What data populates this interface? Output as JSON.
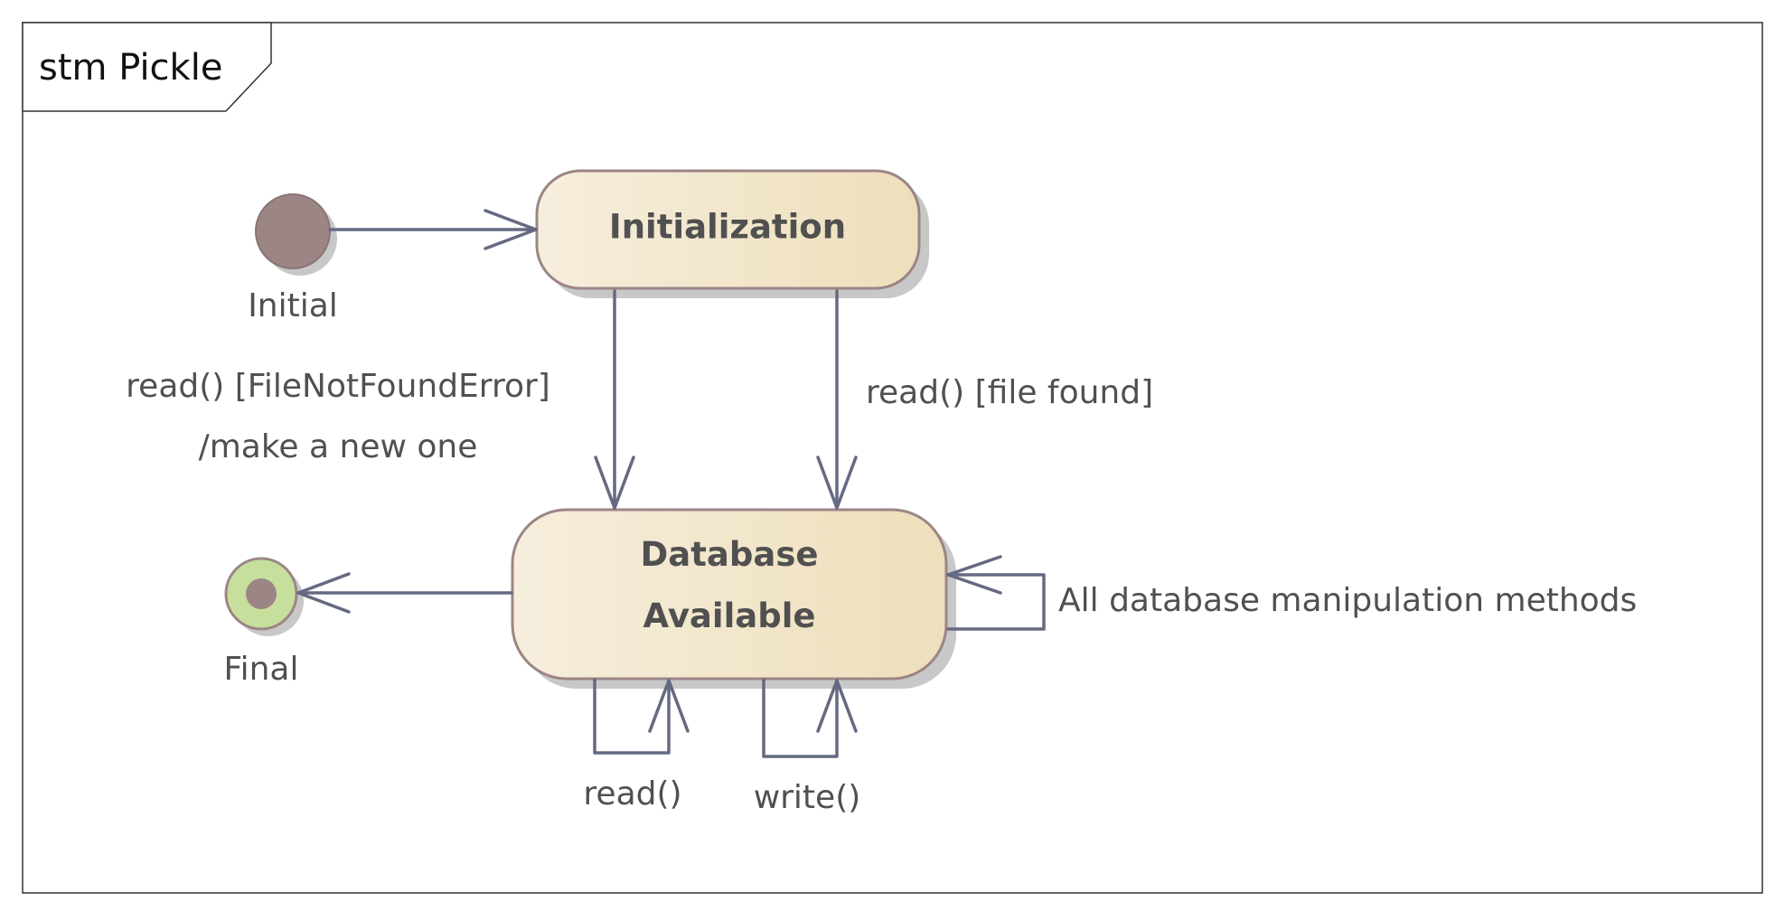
{
  "frame": {
    "title": "stm Pickle"
  },
  "states": {
    "initial": {
      "label": "Initial"
    },
    "initialization": {
      "label": "Initialization"
    },
    "database_available": {
      "label_line1": "Database",
      "label_line2": "Available"
    },
    "final": {
      "label": "Final"
    }
  },
  "transitions": {
    "not_found": {
      "line1": "read() [FileNotFoundError]",
      "line2": "/make a new one"
    },
    "found": {
      "label": "read() [file found]"
    },
    "self_methods": {
      "label": "All database manipulation methods"
    },
    "self_read": {
      "label": "read()"
    },
    "self_write": {
      "label": "write()"
    }
  },
  "colors": {
    "frame_border": "#333333",
    "state_fill_start": "#f6eedd",
    "state_fill_end": "#eedfbb",
    "state_border": "#9c8585",
    "shadow": "#c8c8c8",
    "edge": "#656a82",
    "initial_fill": "#9b8585",
    "final_outer": "#c7df9d",
    "final_inner": "#9b8585",
    "text": "#505050"
  }
}
